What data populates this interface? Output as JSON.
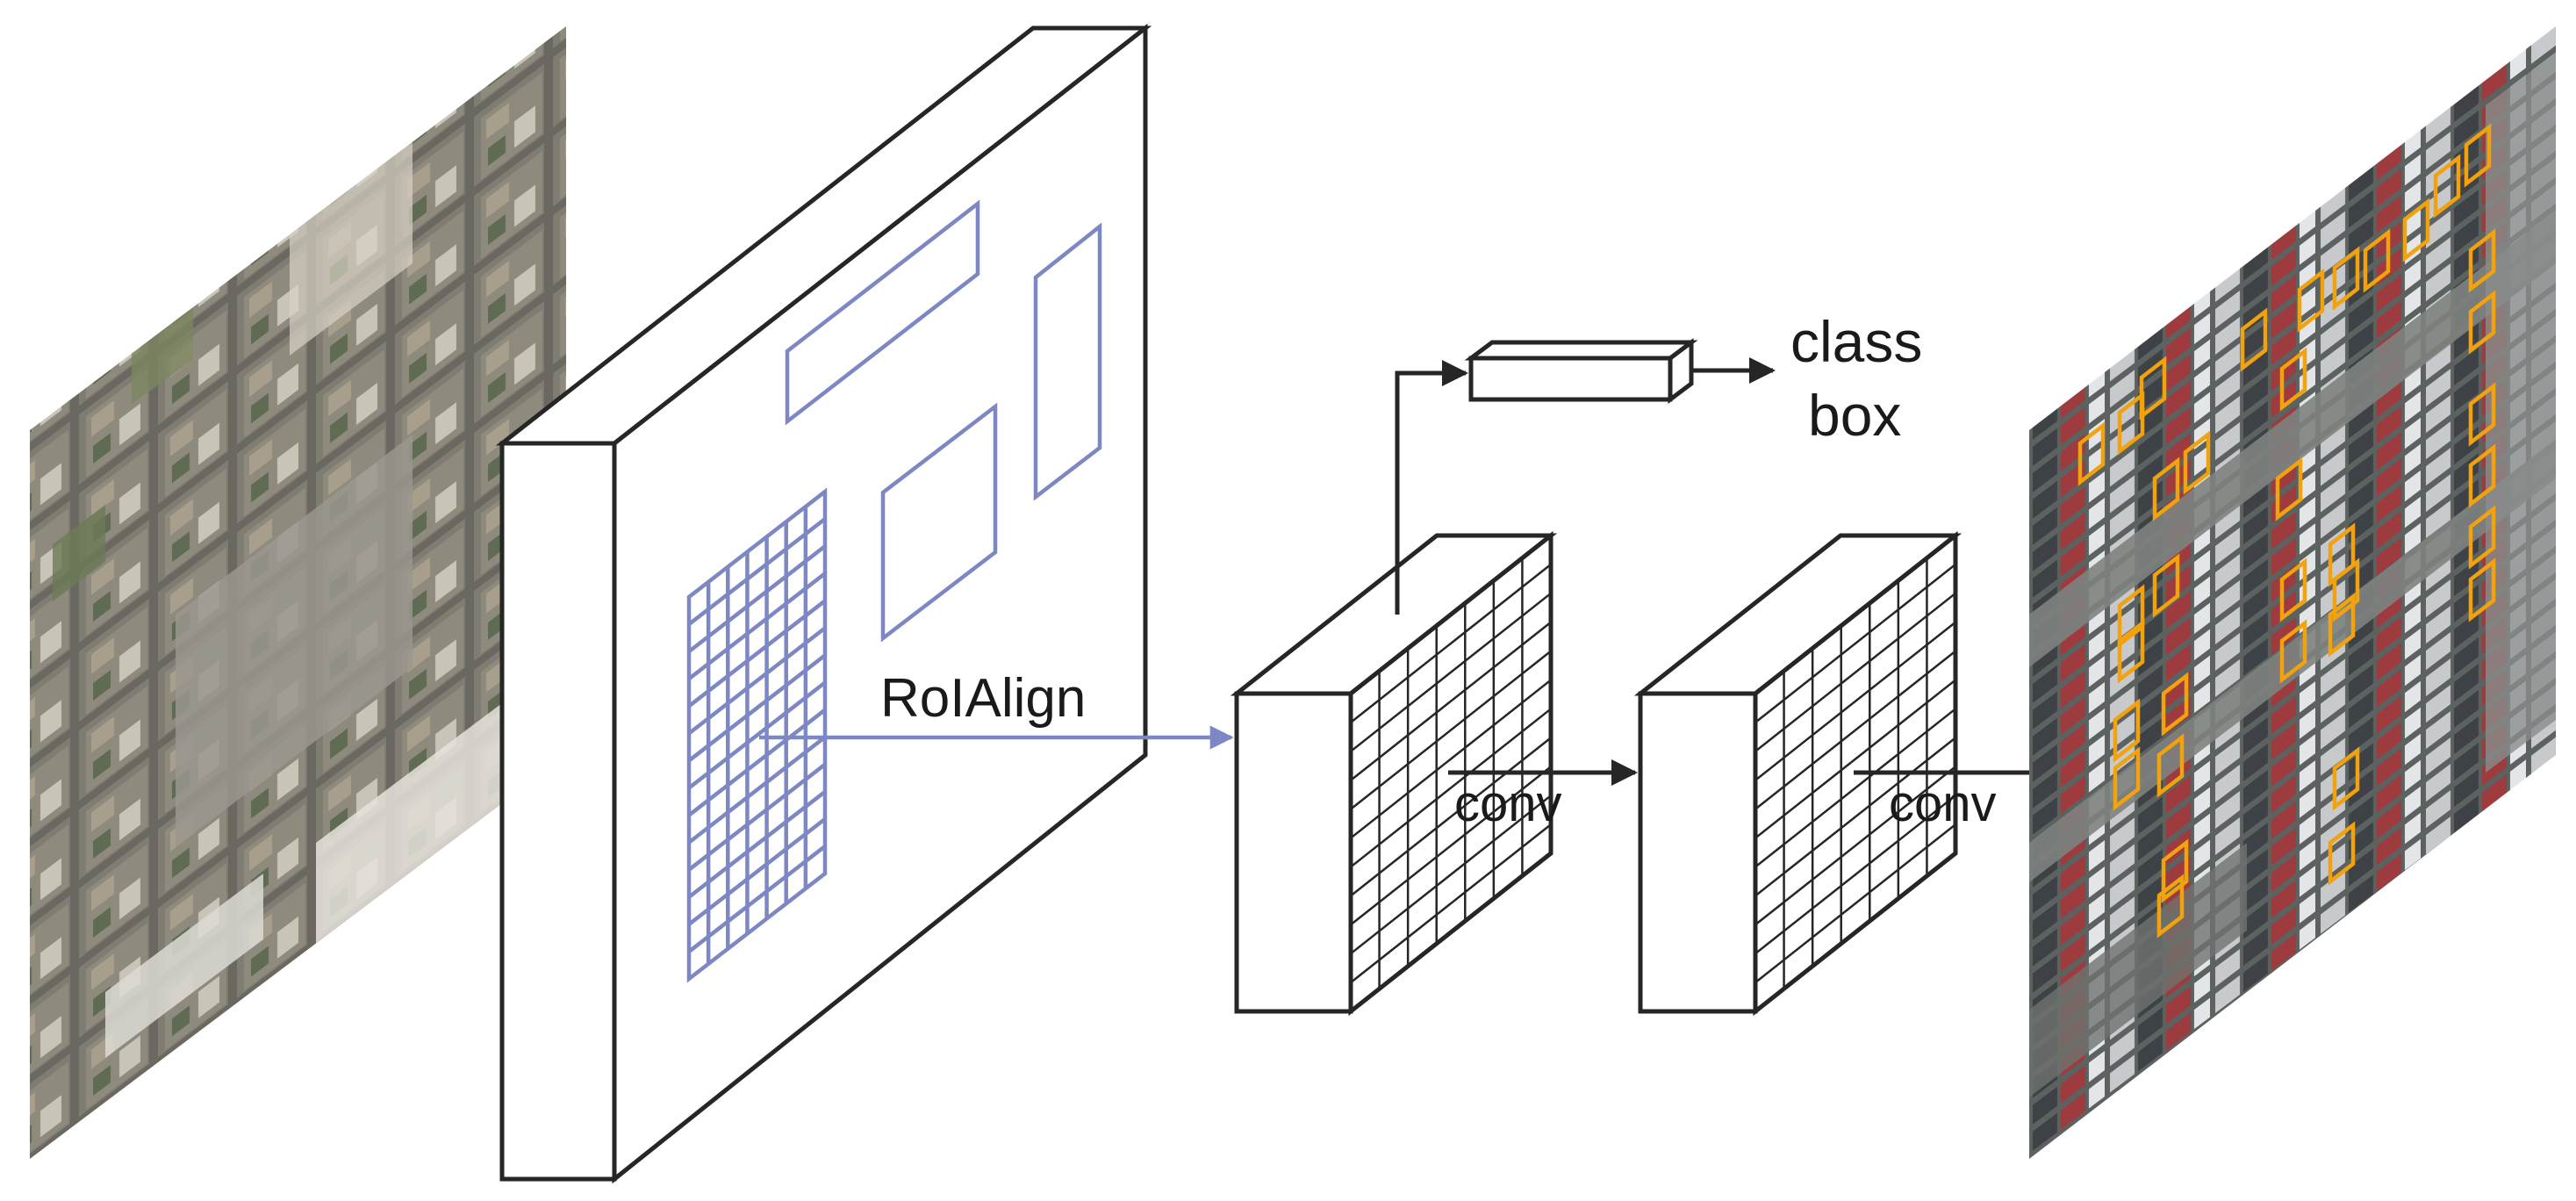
{
  "labels": {
    "roi_align": "RoIAlign",
    "conv_1": "conv",
    "conv_2": "conv",
    "class": "class",
    "box": "box"
  },
  "images": {
    "input": "aerial city photograph",
    "output": "parking lot photograph with detected cars"
  },
  "colors": {
    "roi": "#7d87c4",
    "stroke": "#262626",
    "detection_box": "#f2a20c",
    "label": "#1a1a1a"
  }
}
